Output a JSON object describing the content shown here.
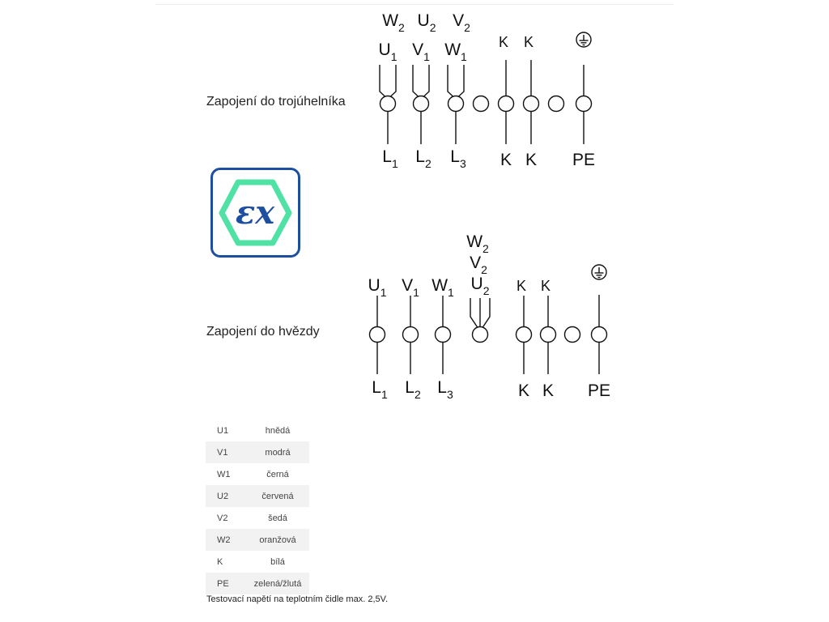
{
  "delta": {
    "title": "Zapojení do trojúhelníka",
    "terminals": [
      {
        "kind": "pair",
        "top": [
          {
            "b": "W",
            "s": "2"
          },
          {
            "b": "U",
            "s": "1"
          }
        ],
        "bottom": {
          "b": "L",
          "s": "1"
        }
      },
      {
        "kind": "pair",
        "top": [
          {
            "b": "U",
            "s": "2"
          },
          {
            "b": "V",
            "s": "1"
          }
        ],
        "bottom": {
          "b": "L",
          "s": "2"
        }
      },
      {
        "kind": "pair",
        "top": [
          {
            "b": "V",
            "s": "2"
          },
          {
            "b": "W",
            "s": "1"
          }
        ],
        "bottom": {
          "b": "L",
          "s": "3"
        }
      },
      {
        "kind": "empty"
      },
      {
        "kind": "single",
        "top": [
          {
            "b": "K",
            "s": ""
          }
        ],
        "bottom": {
          "b": "K",
          "s": ""
        }
      },
      {
        "kind": "single",
        "top": [
          {
            "b": "K",
            "s": ""
          }
        ],
        "bottom": {
          "b": "K",
          "s": ""
        }
      },
      {
        "kind": "empty"
      },
      {
        "kind": "earth",
        "bottom": {
          "b": "PE",
          "s": ""
        }
      }
    ]
  },
  "star": {
    "title": "Zapojení do hvězdy",
    "terminals": [
      {
        "kind": "single",
        "top": [
          {
            "b": "U",
            "s": "1"
          }
        ],
        "bottom": {
          "b": "L",
          "s": "1"
        }
      },
      {
        "kind": "single",
        "top": [
          {
            "b": "V",
            "s": "1"
          }
        ],
        "bottom": {
          "b": "L",
          "s": "2"
        }
      },
      {
        "kind": "single",
        "top": [
          {
            "b": "W",
            "s": "1"
          }
        ],
        "bottom": {
          "b": "L",
          "s": "3"
        }
      },
      {
        "kind": "triple",
        "top": [
          {
            "b": "W",
            "s": "2"
          },
          {
            "b": "V",
            "s": "2"
          },
          {
            "b": "U",
            "s": "2"
          }
        ]
      },
      {
        "kind": "single",
        "top": [
          {
            "b": "K",
            "s": ""
          }
        ],
        "bottom": {
          "b": "K",
          "s": ""
        }
      },
      {
        "kind": "single",
        "top": [
          {
            "b": "K",
            "s": ""
          }
        ],
        "bottom": {
          "b": "K",
          "s": ""
        }
      },
      {
        "kind": "empty"
      },
      {
        "kind": "earth",
        "bottom": {
          "b": "PE",
          "s": ""
        }
      }
    ]
  },
  "ex_logo": {
    "text": "εx",
    "icon": "atex-explosion-proof-icon",
    "border_color": "#1d4fa0",
    "hexagon_color": "#4fe2a4",
    "text_color": "#1d4fa0"
  },
  "wire_colors": [
    {
      "code": "U1",
      "color": "hnědá"
    },
    {
      "code": "V1",
      "color": "modrá"
    },
    {
      "code": "W1",
      "color": "černá"
    },
    {
      "code": "U2",
      "color": "červená"
    },
    {
      "code": "V2",
      "color": "šedá"
    },
    {
      "code": "W2",
      "color": "oranžová"
    },
    {
      "code": "K",
      "color": "bílá"
    },
    {
      "code": "PE",
      "color": "zelená/žlutá"
    }
  ],
  "note": "Testovací napětí na teplotním čidle max. 2,5V."
}
